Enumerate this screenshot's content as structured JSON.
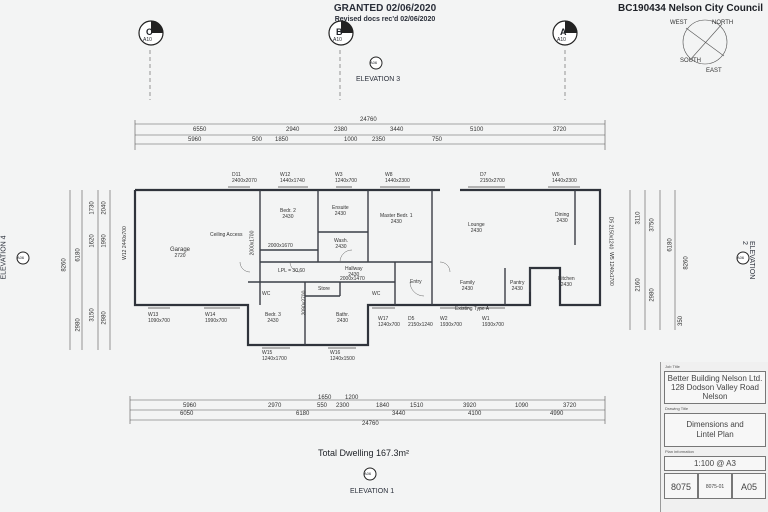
{
  "stamp": {
    "granted": "GRANTED 02/06/2020",
    "revised": "Revised docs rec'd 02/06/2020"
  },
  "council": "BC190434 Nelson City Council",
  "compass": {
    "north": "NORTH",
    "east": "EAST",
    "south": "SOUTH",
    "west": "WEST"
  },
  "section_markers": [
    {
      "letter": "C",
      "ref": "A10"
    },
    {
      "letter": "B",
      "ref": "A10"
    },
    {
      "letter": "A",
      "ref": "A10"
    }
  ],
  "elevation_markers": [
    {
      "ref": "A06",
      "label": "ELEVATION 3"
    },
    {
      "ref": "A06",
      "label": "ELEVATION 4"
    },
    {
      "ref": "A06",
      "label": "ELEVATION 2"
    },
    {
      "ref": "A06",
      "label": "ELEVATION 1"
    }
  ],
  "dims_top_overall": "24760",
  "dims_top_row1": [
    "6550",
    "2940",
    "2380",
    "3440",
    "5100",
    "3720"
  ],
  "dims_top_row2": [
    "5960",
    "500",
    "1850",
    "1000",
    "2350",
    "750"
  ],
  "dims_bottom_row1": [
    "5960",
    "2970",
    "1650",
    "1200",
    "1840",
    "1510",
    "3920",
    "1090",
    "3720"
  ],
  "dims_bottom_row1b": [
    "550",
    "2300"
  ],
  "dims_bottom_row2": [
    "6050",
    "6180",
    "3440",
    "4100",
    "4990"
  ],
  "dims_bottom_overall": "24760",
  "dims_left": [
    "1730",
    "2040",
    "1620",
    "1990",
    "2980",
    "3150",
    "8260",
    "6180",
    "2980"
  ],
  "dims_right": [
    "3110",
    "3750",
    "8260",
    "6180",
    "2160",
    "2980",
    "350"
  ],
  "rooms": [
    {
      "name": "Garage",
      "size": "2720"
    },
    {
      "name": "Ceiling Access",
      "size": ""
    },
    {
      "name": "Bedr. 2",
      "size": "2430"
    },
    {
      "name": "Ensuite",
      "size": "2430"
    },
    {
      "name": "Master Bedr. 1",
      "size": "2430"
    },
    {
      "name": "Wash.",
      "size": "2430"
    },
    {
      "name": "Hallway",
      "size": "2430"
    },
    {
      "name": "Store",
      "size": ""
    },
    {
      "name": "WC",
      "size": ""
    },
    {
      "name": "WC",
      "size": ""
    },
    {
      "name": "Bedr. 3",
      "size": "2430"
    },
    {
      "name": "Bathr.",
      "size": "2430"
    },
    {
      "name": "Lounge",
      "size": "2430"
    },
    {
      "name": "Family",
      "size": "2430"
    },
    {
      "name": "Entry",
      "size": ""
    },
    {
      "name": "Pantry",
      "size": "2430"
    },
    {
      "name": "Dining",
      "size": "2430"
    },
    {
      "name": "Kitchen",
      "size": "2430"
    }
  ],
  "windows_top": [
    {
      "id": "D11",
      "size": "2400x2070"
    },
    {
      "id": "W12",
      "size": "1440x1740"
    },
    {
      "id": "W3",
      "size": "1240x700"
    },
    {
      "id": "W8",
      "size": "1440x2300"
    },
    {
      "id": "D7",
      "size": "2150x2700"
    },
    {
      "id": "W6",
      "size": "1440x2300"
    }
  ],
  "windows_bottom": [
    {
      "id": "W13",
      "size": "1090x700"
    },
    {
      "id": "W14",
      "size": "1990x700"
    },
    {
      "id": "W15",
      "size": "1240x1700"
    },
    {
      "id": "W16",
      "size": "1240x1500"
    },
    {
      "id": "W17",
      "size": "1240x700"
    },
    {
      "id": "D5",
      "size": "2150x1240"
    },
    {
      "id": "W2",
      "size": "1930x700"
    },
    {
      "id": "W1",
      "size": "1930x700"
    }
  ],
  "side_windows": [
    {
      "id": "W12",
      "size": "2440x700"
    },
    {
      "id": "D5",
      "size": "2150x1240"
    },
    {
      "id": "W5",
      "size": "1240x1700"
    }
  ],
  "notes": [
    "2000x1670",
    "LPL = 30.60",
    "2000x1700",
    "2090x2700",
    "2000x1470",
    "Existing Type A"
  ],
  "total": "Total Dwelling 167.3m²",
  "title_block": {
    "job_title_label": "Job Title",
    "company": "Better Building Nelson Ltd.",
    "address": "128 Dodson Valley Road",
    "city": "Nelson",
    "drawing_title_label": "Drawing Title",
    "drawing_title_1": "Dimensions and",
    "drawing_title_2": "Lintel Plan",
    "plan_info_label": "Plan information",
    "scale": "1:100 @ A3",
    "job_no": "8075",
    "cad_file": "8075-01",
    "sheet": "A05"
  }
}
